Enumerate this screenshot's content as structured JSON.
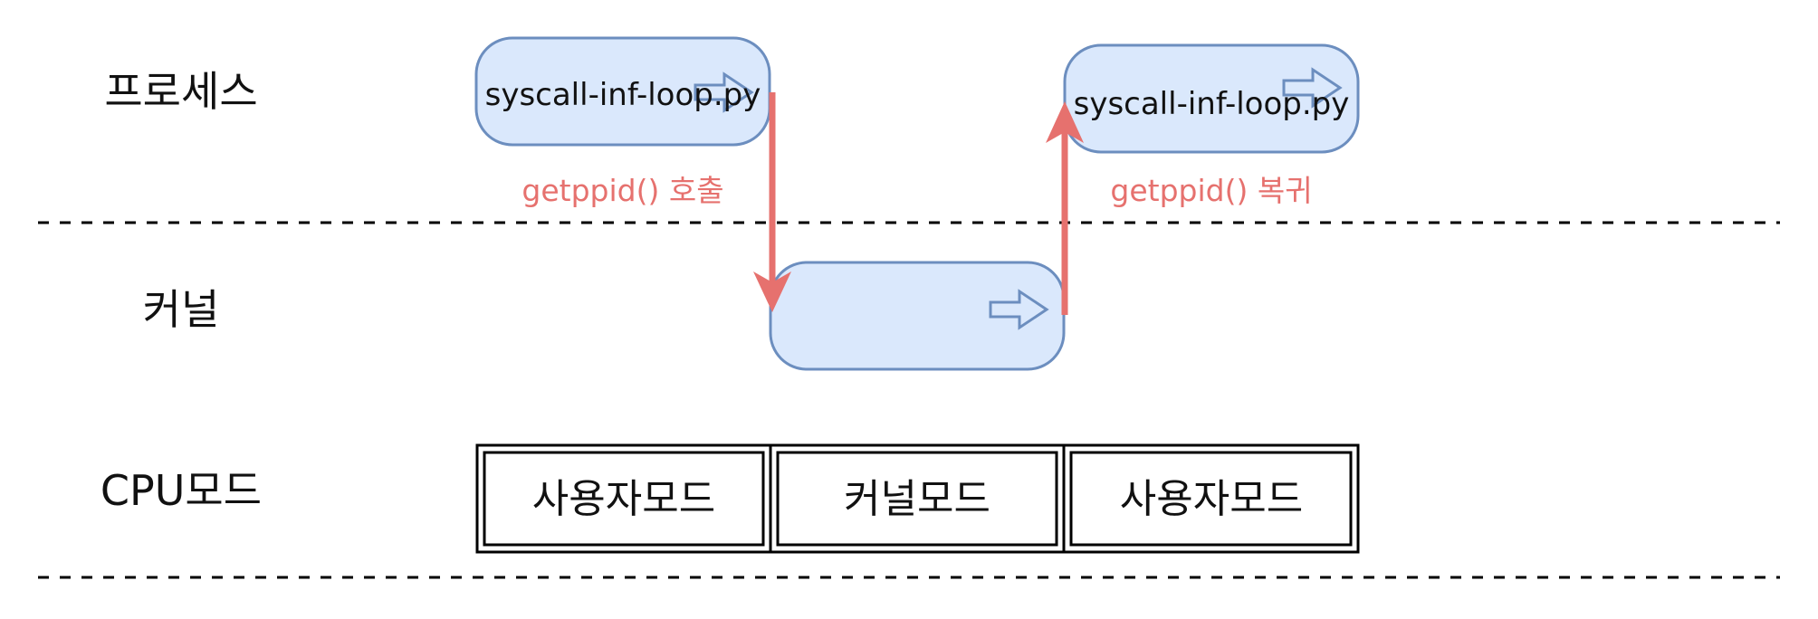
{
  "rows": {
    "process": "프로세스",
    "kernel": "커널",
    "cpu_mode": "CPU모드"
  },
  "process_boxes": {
    "call_box_label": "syscall-inf-loop.py",
    "return_box_label": "syscall-inf-loop.py"
  },
  "transitions": {
    "call_label": "getppid() 호출",
    "return_label": "getppid() 복귀"
  },
  "modes": [
    "사용자모드",
    "커널모드",
    "사용자모드"
  ],
  "colors": {
    "box_fill": "#dae8fc",
    "box_stroke": "#6c8ebf",
    "flow_arrow": "#e6716e",
    "text": "#111111"
  }
}
